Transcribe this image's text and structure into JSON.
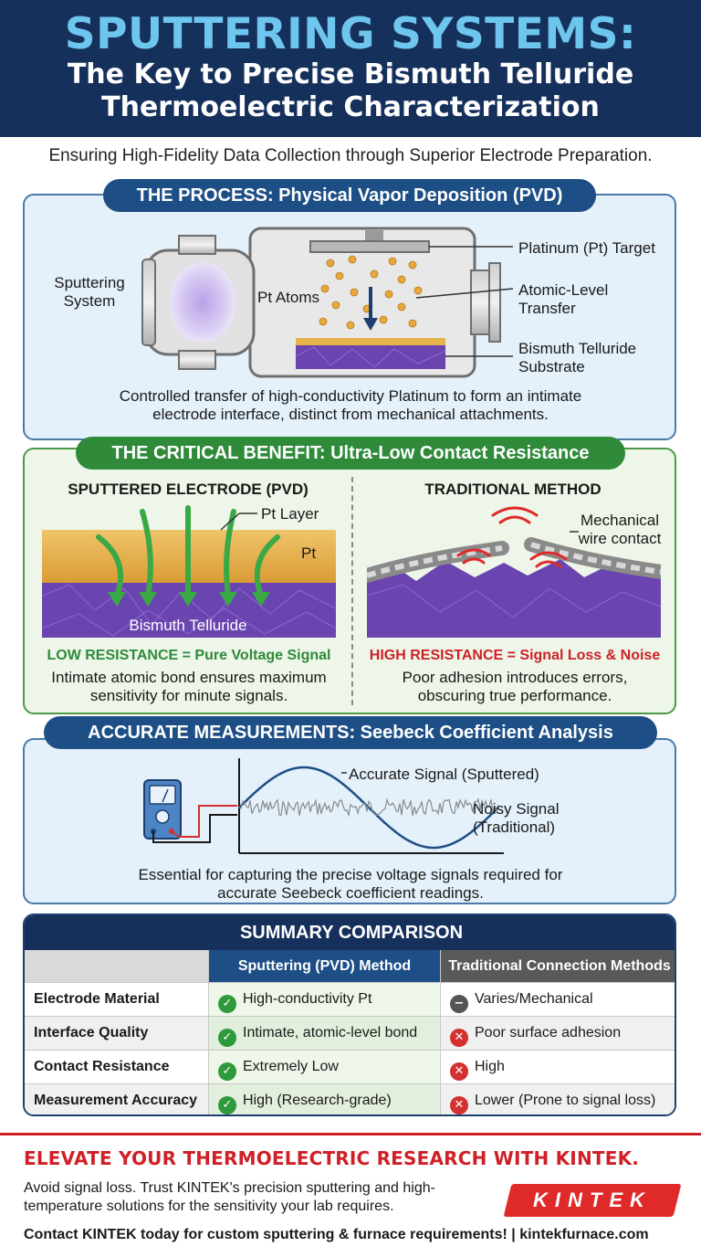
{
  "header": {
    "title": "SPUTTERING SYSTEMS:",
    "subtitle_line1": "The Key to Precise Bismuth Telluride",
    "subtitle_line2": "Thermoelectric Characterization"
  },
  "tagline": "Ensuring High-Fidelity Data Collection through Superior Electrode Preparation.",
  "process": {
    "heading": "THE PROCESS: Physical Vapor Deposition (PVD)",
    "label_system_1": "Sputtering",
    "label_system_2": "System",
    "label_atoms": "Pt Atoms",
    "label_target": "Platinum (Pt) Target",
    "label_transfer_1": "Atomic-Level",
    "label_transfer_2": "Transfer",
    "label_substrate_1": "Bismuth Telluride",
    "label_substrate_2": "Substrate",
    "caption_1": "Controlled transfer of high-conductivity Platinum to form an intimate",
    "caption_2": "electrode interface, distinct from mechanical attachments."
  },
  "benefit": {
    "heading": "THE CRITICAL BENEFIT: Ultra-Low Contact Resistance",
    "left": {
      "title": "SPUTTERED ELECTRODE (PVD)",
      "label_layer": "Pt Layer",
      "label_pt": "Pt",
      "label_base": "Bismuth Telluride",
      "result": "LOW RESISTANCE = Pure Voltage Signal",
      "desc_1": "Intimate atomic bond ensures maximum",
      "desc_2": "sensitivity for minute signals."
    },
    "right": {
      "title": "TRADITIONAL METHOD",
      "label_wire_1": "Mechanical",
      "label_wire_2": "wire contact",
      "result": "HIGH RESISTANCE = Signal Loss & Noise",
      "desc_1": "Poor adhesion introduces errors,",
      "desc_2": "obscuring true performance."
    }
  },
  "measurement": {
    "heading": "ACCURATE MEASUREMENTS: Seebeck Coefficient Analysis",
    "label_accurate": "Accurate Signal (Sputtered)",
    "label_noisy_1": "Noisy Signal",
    "label_noisy_2": "(Traditional)",
    "caption_1": "Essential for capturing the precise voltage signals required for",
    "caption_2": "accurate Seebeck coefficient readings."
  },
  "summary": {
    "title": "SUMMARY COMPARISON",
    "col_method": "Sputtering (PVD) Method",
    "col_traditional": "Traditional Connection Methods",
    "rows": [
      {
        "label": "Electrode Material",
        "pvd": "High-conductivity Pt",
        "trad": "Varies/Mechanical",
        "trad_icon": "neutral"
      },
      {
        "label": "Interface Quality",
        "pvd": "Intimate, atomic-level bond",
        "trad": "Poor surface adhesion",
        "trad_icon": "bad"
      },
      {
        "label": "Contact Resistance",
        "pvd": "Extremely Low",
        "trad": "High",
        "trad_icon": "bad"
      },
      {
        "label": "Measurement Accuracy",
        "pvd": "High (Research-grade)",
        "trad": "Lower (Prone to signal loss)",
        "trad_icon": "bad"
      }
    ]
  },
  "footer": {
    "cta": "ELEVATE YOUR THERMOELECTRIC RESEARCH WITH KINTEK.",
    "body": "Avoid signal loss. Trust KINTEK's precision sputtering and high-temperature solutions for the sensitivity your lab requires.",
    "contact": "Contact KINTEK today for custom sputtering & furnace requirements! | kintekfurnace.com",
    "logo": "KINTEK"
  },
  "colors": {
    "navy": "#16305c",
    "title_blue": "#6ec6ee",
    "green": "#2f8a3a",
    "red": "#cf2027",
    "purple": "#6a45b0",
    "gold": "#e6a640"
  }
}
